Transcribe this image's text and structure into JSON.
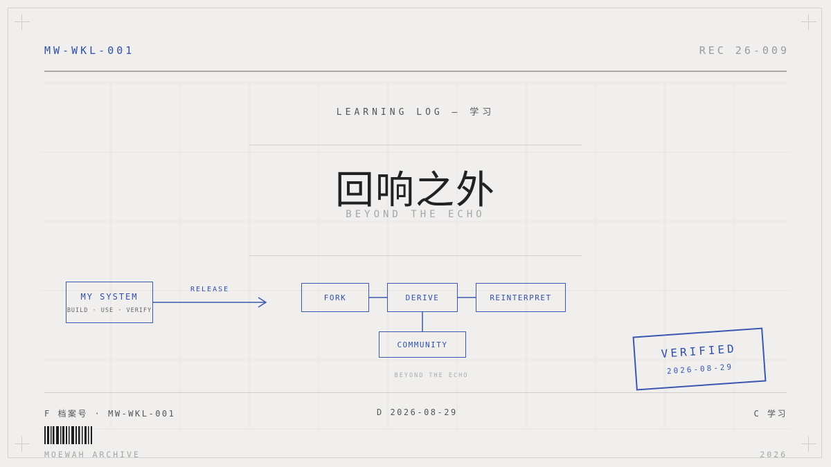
{
  "header": {
    "doc_id": "MW-WKL-001",
    "record": "REC 26-009"
  },
  "section_label": "LEARNING LOG — 学习",
  "title": "回响之外",
  "subtitle": "BEYOND THE ECHO",
  "diagram": {
    "source": {
      "label": "MY SYSTEM",
      "sublabel": "BUILD · USE · VERIFY"
    },
    "edge_label": "RELEASE",
    "nodes": {
      "fork": "FORK",
      "derive": "DERIVE",
      "reinterpret": "REINTERPRET",
      "community": "COMMUNITY"
    },
    "caption": "BEYOND THE ECHO"
  },
  "stamp": {
    "label": "VERIFIED",
    "date": "2026-08-29"
  },
  "footer": {
    "file": "F 档案号 · MW-WKL-001",
    "date": "D 2026-08-29",
    "category": "C 学习",
    "archive": "MOEWAH ARCHIVE",
    "year": "2026"
  },
  "colors": {
    "accent": "#2f4fa8",
    "background": "#f0efee",
    "text": "#555555",
    "muted": "#a5a5a5"
  }
}
